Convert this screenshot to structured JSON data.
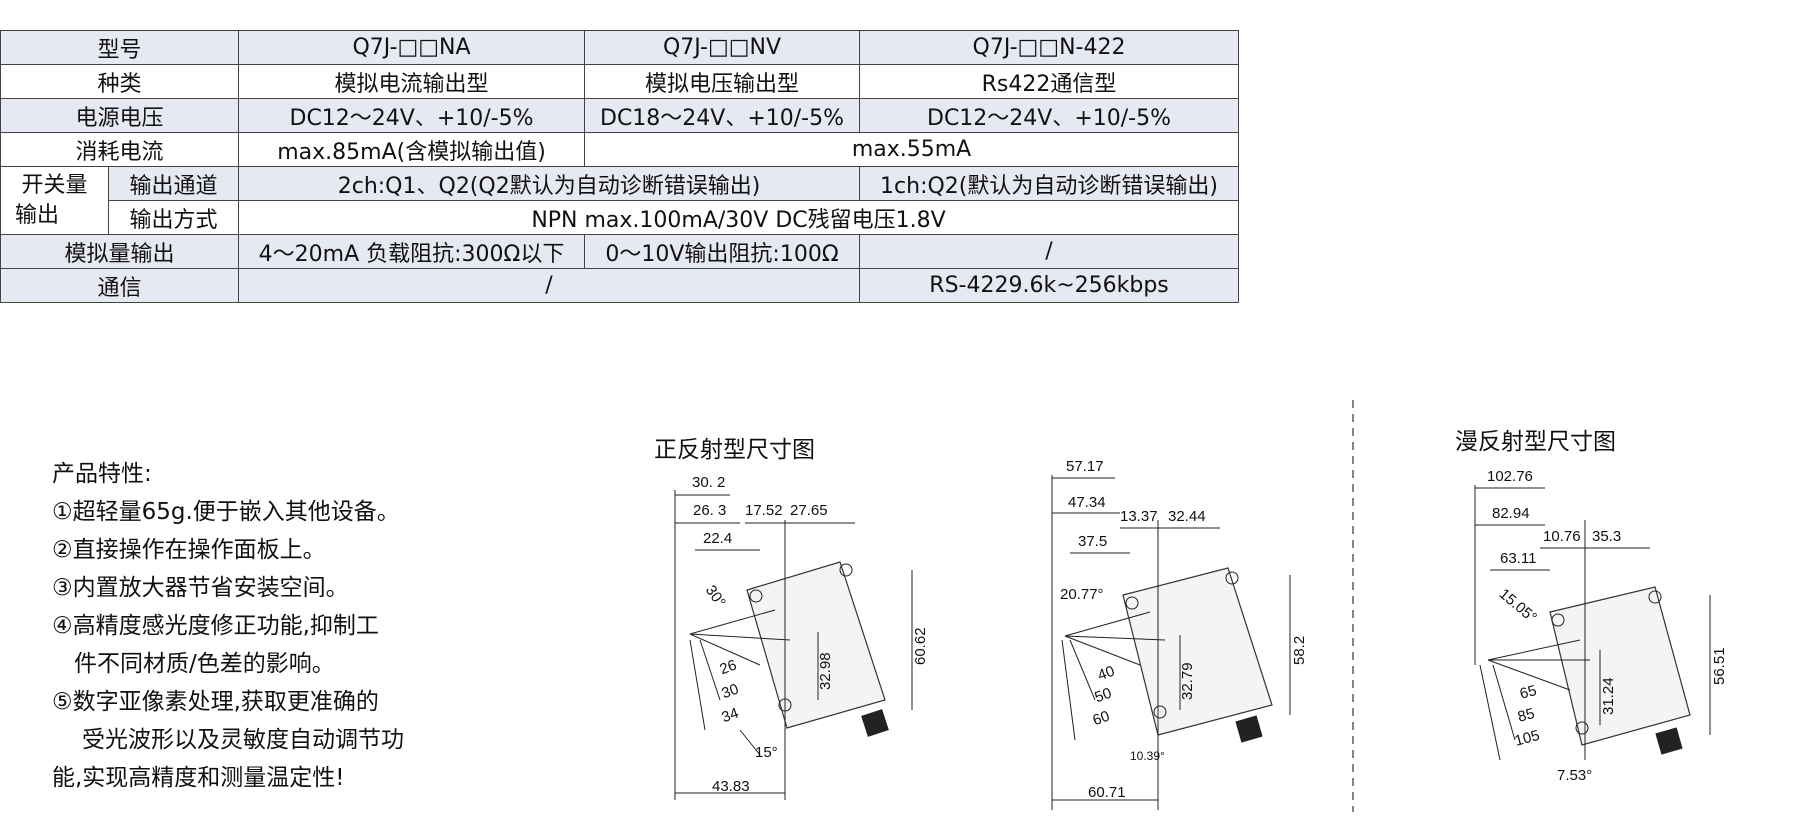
{
  "spec_table": {
    "model_label": "型号",
    "models": [
      "Q7J-□□NA",
      "Q7J-□□NV",
      "Q7J-□□N-422"
    ],
    "type_label": "种类",
    "types": [
      "模拟电流输出型",
      "模拟电压输出型",
      "Rs422通信型"
    ],
    "voltage_label": "电源电压",
    "voltages": [
      "DC12～24V、+10/-5%",
      "DC18～24V、+10/-5%",
      "DC12～24V、+10/-5%"
    ],
    "current_label": "消耗电流",
    "current_na": "max.85mA(含模拟输出值)",
    "current_rest": "max.55mA",
    "switch_label_1": "开关量",
    "switch_label_2": "输出",
    "channel_label": "输出通道",
    "channel_2ch": "2ch:Q1、Q2(Q2默认为自动诊断错误输出)",
    "channel_1ch": "1ch:Q2(默认为自动诊断错误输出)",
    "mode_label": "输出方式",
    "mode_value": "NPN max.100mA/30V DC残留电压1.8V",
    "analog_label": "模拟量输出",
    "analog_values": [
      "4～20mA 负载阻抗:300Ω以下",
      "0～10V输出阻抗:100Ω",
      "/"
    ],
    "comm_label": "通信",
    "comm_values": [
      "/",
      "RS-4229.6k~256kbps"
    ]
  },
  "features": {
    "title": "产品特性:",
    "lines": [
      "①超轻量65g.便于嵌入其他设备。",
      "②直接操作在操作面板上。",
      "③内置放大器节省安装空间。",
      "④高精度感光度修正功能,抑制工",
      "  件不同材质/色差的影响。",
      "⑤数字亚像素处理,获取更准确的",
      "   受光波形以及灵敏度自动调节功",
      "能,实现高精度和测量温定性!"
    ]
  },
  "diagrams": {
    "retro_title": "正反射型尺寸图",
    "diffuse_title": "漫反射型尺寸图",
    "d1": {
      "top1": "30. 2",
      "top2": "26. 3",
      "top3": "17.52",
      "top4": "27.65",
      "top5": "22.4",
      "angle": "30°",
      "r1": "26",
      "r2": "30",
      "r3": "34",
      "h1": "32.98",
      "h2": "60.62",
      "bot_angle": "15°",
      "bottom": "43.83"
    },
    "d2": {
      "top1": "57.17",
      "top2": "47.34",
      "top3": "13.37",
      "top4": "32.44",
      "top5": "37.5",
      "angle": "20.77°",
      "r1": "40",
      "r2": "50",
      "r3": "60",
      "h1": "32.79",
      "h2": "58.2",
      "bot_angle": "10.39°",
      "bottom": "60.71"
    },
    "d3": {
      "top1": "102.76",
      "top2": "82.94",
      "top3": "10.76",
      "top4": "35.3",
      "top5": "63.11",
      "angle": "15.05°",
      "r1": "65",
      "r2": "85",
      "r3": "105",
      "h1": "31.24",
      "h2": "56.51",
      "bot_angle": "7.53°"
    }
  }
}
